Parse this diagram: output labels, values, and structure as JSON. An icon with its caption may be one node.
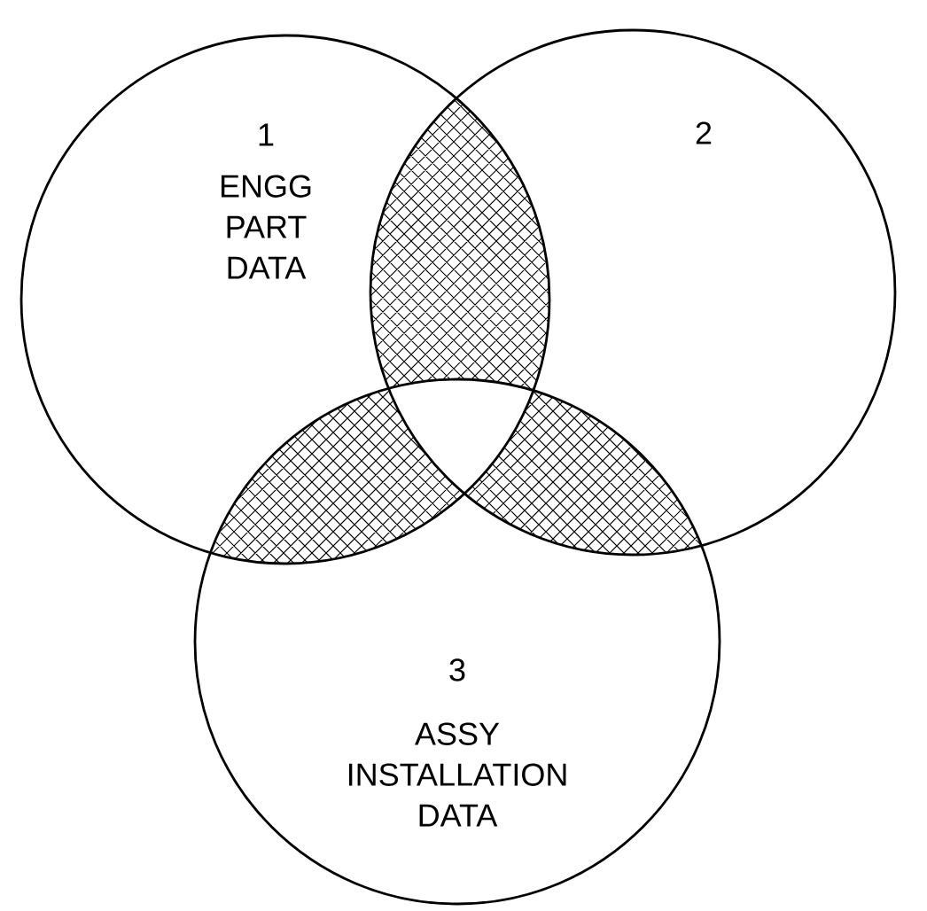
{
  "diagram": {
    "nodes": [
      {
        "text": [
          "1",
          "ENGG PART DATA"
        ]
      },
      {
        "text": [
          "2"
        ]
      },
      {
        "text": [
          "3",
          "ASSY INSTALLATION DATA"
        ]
      }
    ]
  }
}
